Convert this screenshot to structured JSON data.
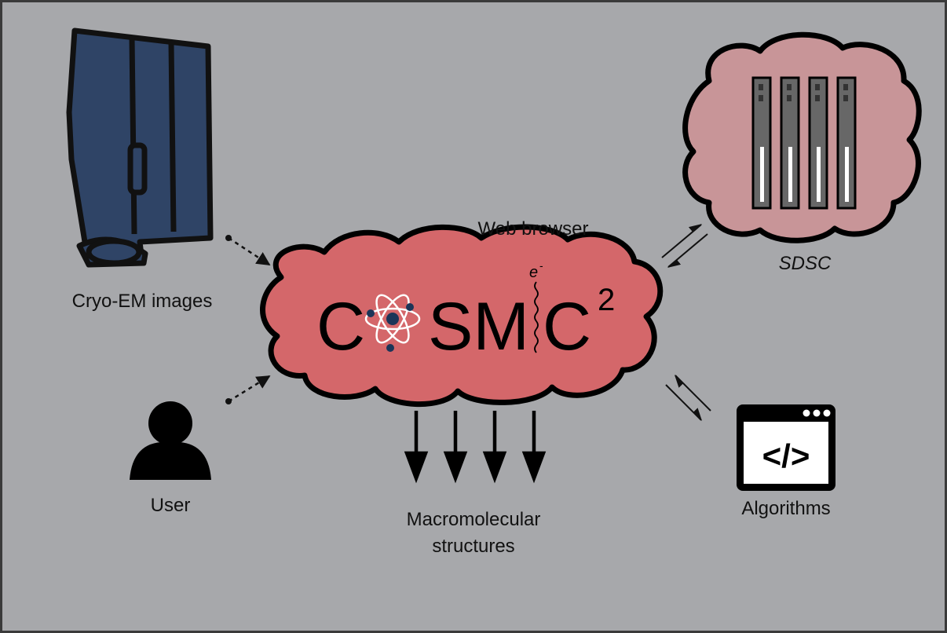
{
  "labels": {
    "cryo_em": "Cryo-EM images",
    "user": "User",
    "web_browser": "Web browser",
    "sdsc": "SDSC",
    "algorithms": "Algorithms",
    "structures_line1": "Macromolecular",
    "structures_line2": "structures"
  },
  "logo": {
    "text_left": "C",
    "text_mid": "SM",
    "text_right": "C",
    "superscript": "2",
    "electron": "e",
    "electron_charge": "-"
  },
  "algorithms_window": {
    "symbol": "</>"
  },
  "colors": {
    "background": "#a7a8ab",
    "cloud_main": "#d4676a",
    "cloud_sdsc": "#c89598",
    "microscope": "#2f4466",
    "server": "#676767",
    "outline": "#111111"
  }
}
